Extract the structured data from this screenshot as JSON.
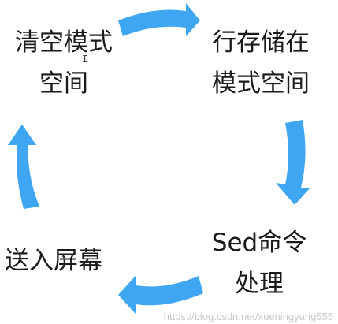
{
  "diagram": {
    "arrow_color": "#3ea6f2",
    "steps": [
      {
        "lines": [
          "清空模式",
          "空间"
        ]
      },
      {
        "lines": [
          "行存储在",
          "模式空间"
        ]
      },
      {
        "lines": [
          "Sed命令",
          "处理"
        ]
      },
      {
        "lines": [
          "送入屏幕"
        ]
      }
    ]
  },
  "cursor_glyph": "I",
  "watermark": "https://blog.csdn.net/xueningyang555"
}
